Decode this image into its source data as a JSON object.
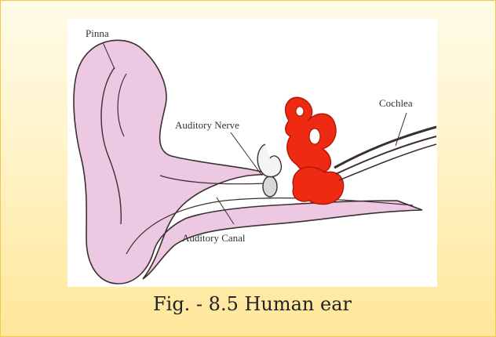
{
  "diagram": {
    "labels": {
      "pinna": "Pinna",
      "auditory_nerve": "Auditory Nerve",
      "cochlea": "Cochlea",
      "auditory_canal": "Auditory Canal"
    }
  },
  "caption": "Fig. - 8.5 Human ear",
  "colors": {
    "outer_ear_fill": "#ecc8e3",
    "cochlea_fill": "#ee2a12",
    "outline": "#3b2f2f",
    "frame_border": "#f1c94a",
    "frame_background": "#fff3c8"
  }
}
